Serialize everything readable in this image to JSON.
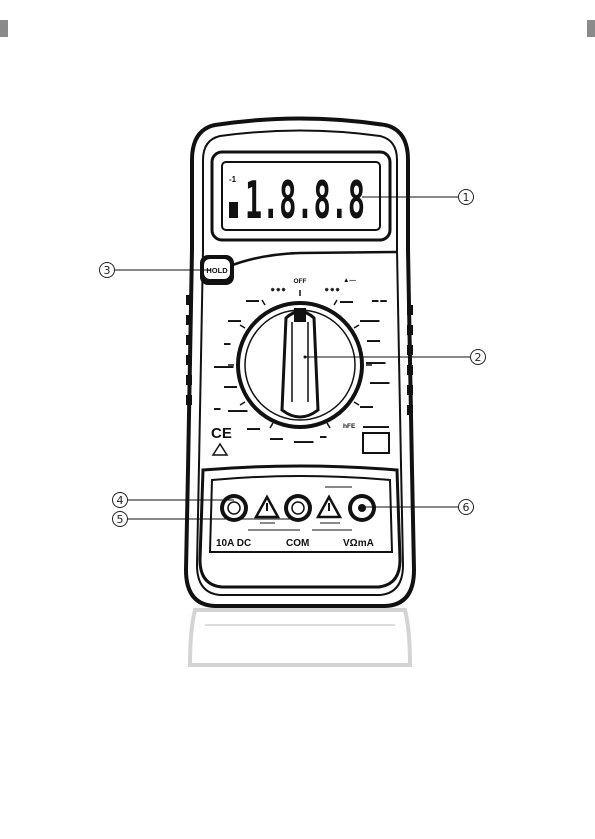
{
  "display": {
    "reading": "1.8.8.8"
  },
  "buttons": {
    "hold_label": "HOLD"
  },
  "jacks": {
    "left_label": "10A DC",
    "center_label": "COM",
    "right_label": "VΩmA"
  },
  "dial": {
    "off_label": "OFF",
    "hfe_label": "hFE"
  },
  "markings": {
    "ce_label": "CE"
  },
  "callouts": [
    {
      "number": "1"
    },
    {
      "number": "2"
    },
    {
      "number": "3"
    },
    {
      "number": "4"
    },
    {
      "number": "5"
    },
    {
      "number": "6"
    }
  ],
  "icons": [
    "warning-triangle-icon",
    "ce-mark-icon",
    "rotary-dial-icon"
  ]
}
